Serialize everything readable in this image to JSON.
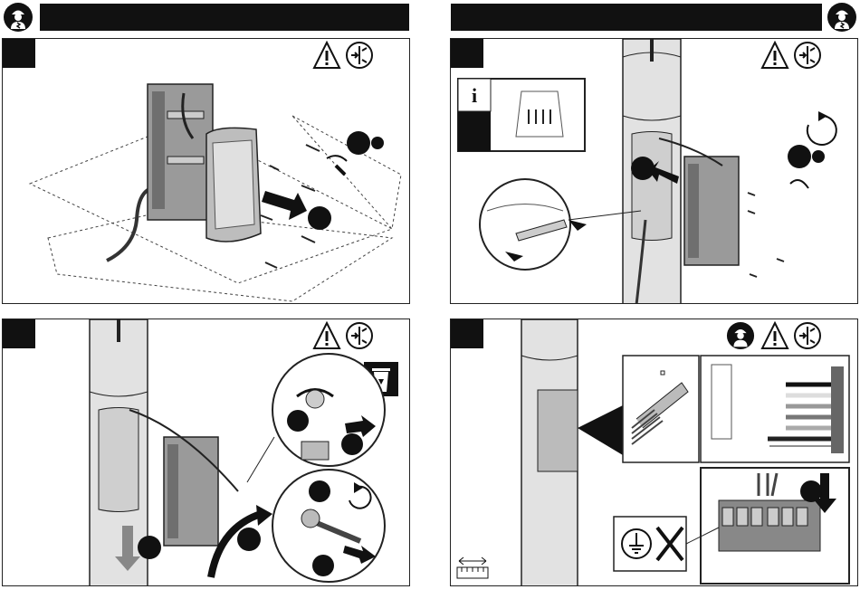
{
  "panels": [
    {
      "id": "panel-1",
      "icons": [
        "warning-icon",
        "disconnect-power-icon"
      ]
    },
    {
      "id": "panel-2",
      "icons": [
        "warning-icon",
        "disconnect-power-icon",
        "info-icon",
        "screw-bag-icon"
      ]
    },
    {
      "id": "panel-3",
      "icons": [
        "warning-icon",
        "disconnect-power-icon",
        "recycle-bin-icon"
      ]
    },
    {
      "id": "panel-4",
      "icons": [
        "electrician-icon",
        "warning-icon",
        "disconnect-power-icon",
        "no-ground-icon",
        "ruler-icon"
      ]
    }
  ],
  "header_icons": [
    "electrician-icon"
  ],
  "colors": {
    "ink": "#111111",
    "pole": "#d8d8d8",
    "box": "#8c8c8c",
    "panel_fill": "#ffffff"
  }
}
